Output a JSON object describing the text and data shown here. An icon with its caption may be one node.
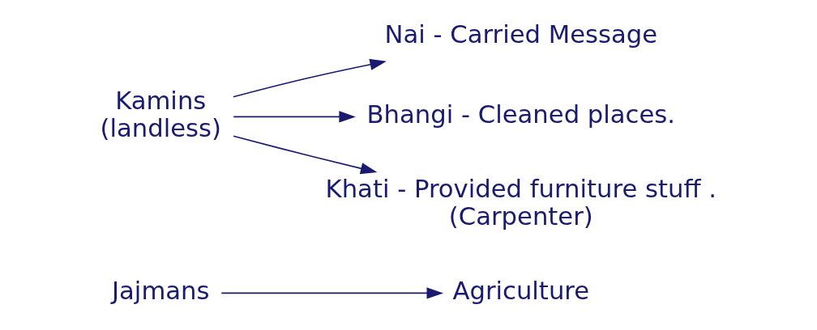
{
  "diagram": {
    "nodes": [
      {
        "text": [
          "Jajmans"
        ]
      },
      {
        "text": [
          "Agriculture"
        ]
      },
      {
        "text": [
          "Kamins",
          "(landless)"
        ]
      },
      {
        "text": [
          "Nai - Carried Message"
        ]
      },
      {
        "text": [
          "Bhangi - Cleaned places."
        ]
      },
      {
        "text": [
          "Khati - Provided furniture stuff .",
          "(Carpenter)"
        ]
      }
    ],
    "edges": [
      {
        "from": 0,
        "to": 1,
        "arrow": "to"
      },
      {
        "from": 2,
        "to": 3,
        "arrow": "to"
      },
      {
        "from": 2,
        "to": 4,
        "arrow": "to"
      },
      {
        "from": 2,
        "to": 5,
        "arrow": "to"
      }
    ]
  }
}
